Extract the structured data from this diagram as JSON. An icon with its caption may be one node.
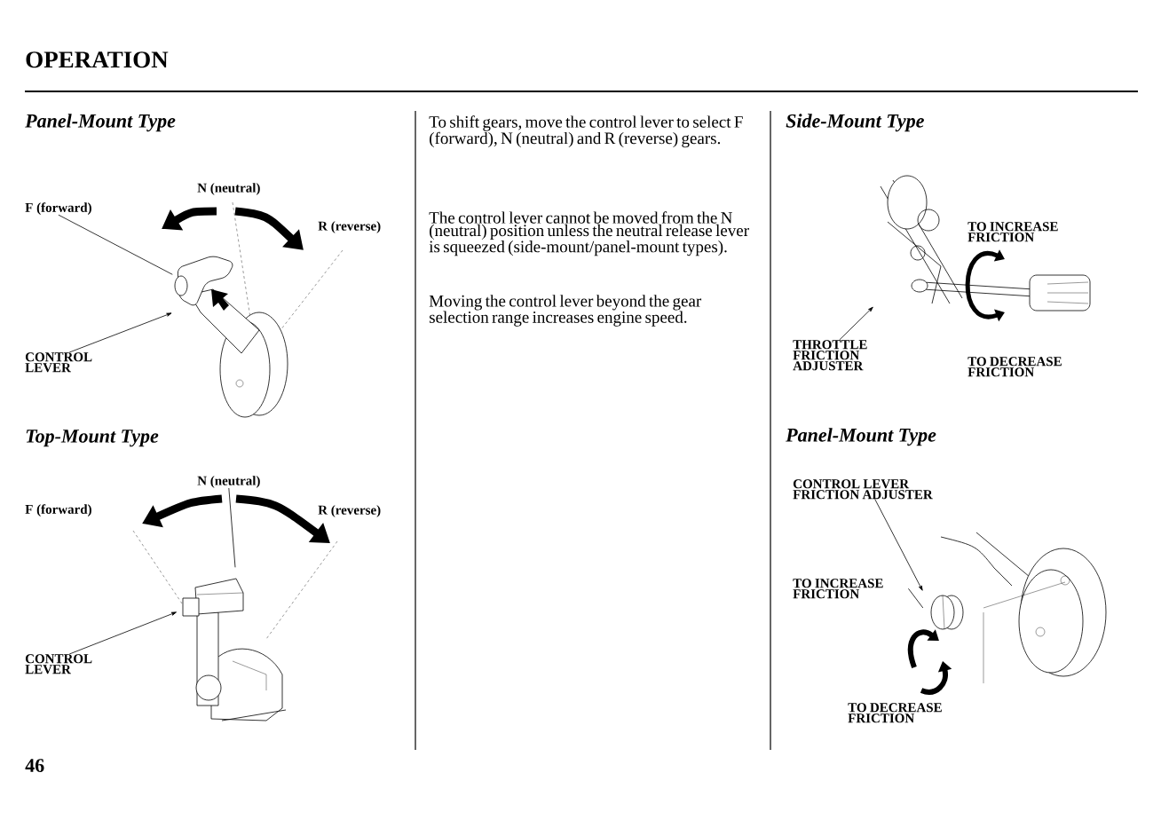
{
  "diagram": {
    "title": "OPERATION",
    "nodes": [
      {
        "text": [
          "F (forward)"
        ]
      },
      {
        "text": [
          "CONTROL LEVER"
        ]
      },
      {
        "text": [],
        "shape": "picture"
      },
      {
        "text": [
          "N (neutral)"
        ]
      },
      {
        "text": [
          "CONTROL LEVER"
        ]
      },
      {
        "text": [],
        "shape": "picture"
      },
      {
        "text": [
          "THROTTLE FRICTION ADJUSTER"
        ]
      },
      {
        "text": [],
        "shape": "picture"
      },
      {
        "text": [
          "CONTROL LEVER FRICTION ADJUSTER"
        ]
      },
      {
        "text": [
          "TO INCREASE FRICTION"
        ]
      },
      {
        "text": [],
        "shape": "picture"
      }
    ],
    "edges": [
      {
        "from": 0,
        "to": 2,
        "arrow": "none"
      },
      {
        "from": 1,
        "to": 2,
        "arrow": "to"
      },
      {
        "from": 3,
        "to": 5,
        "arrow": "none"
      },
      {
        "from": 4,
        "to": 5,
        "arrow": "to"
      },
      {
        "from": 6,
        "to": 7,
        "arrow": "to"
      },
      {
        "from": 8,
        "to": 10,
        "arrow": "to"
      },
      {
        "from": 9,
        "to": 10,
        "arrow": "none"
      }
    ],
    "labels": [
      "Panel-Mount Type",
      "N (neutral)",
      "R (reverse)",
      "Top-Mount Type",
      "F (forward)",
      "R (reverse)",
      "To shift gears, move the control lever to select F (forward), N (neutral) and R (reverse) gears.",
      "The control lever cannot be moved from the N (neutral) position unless the neutral release lever is squeezed (side-mount/panel-mount types).",
      "Moving the control lever beyond the gear selection range increases engine speed.",
      "Side-Mount Type",
      "TO INCREASE FRICTION",
      "TO DECREASE FRICTION",
      "Panel-Mount Type",
      "TO DECREASE FRICTION",
      "46"
    ]
  }
}
